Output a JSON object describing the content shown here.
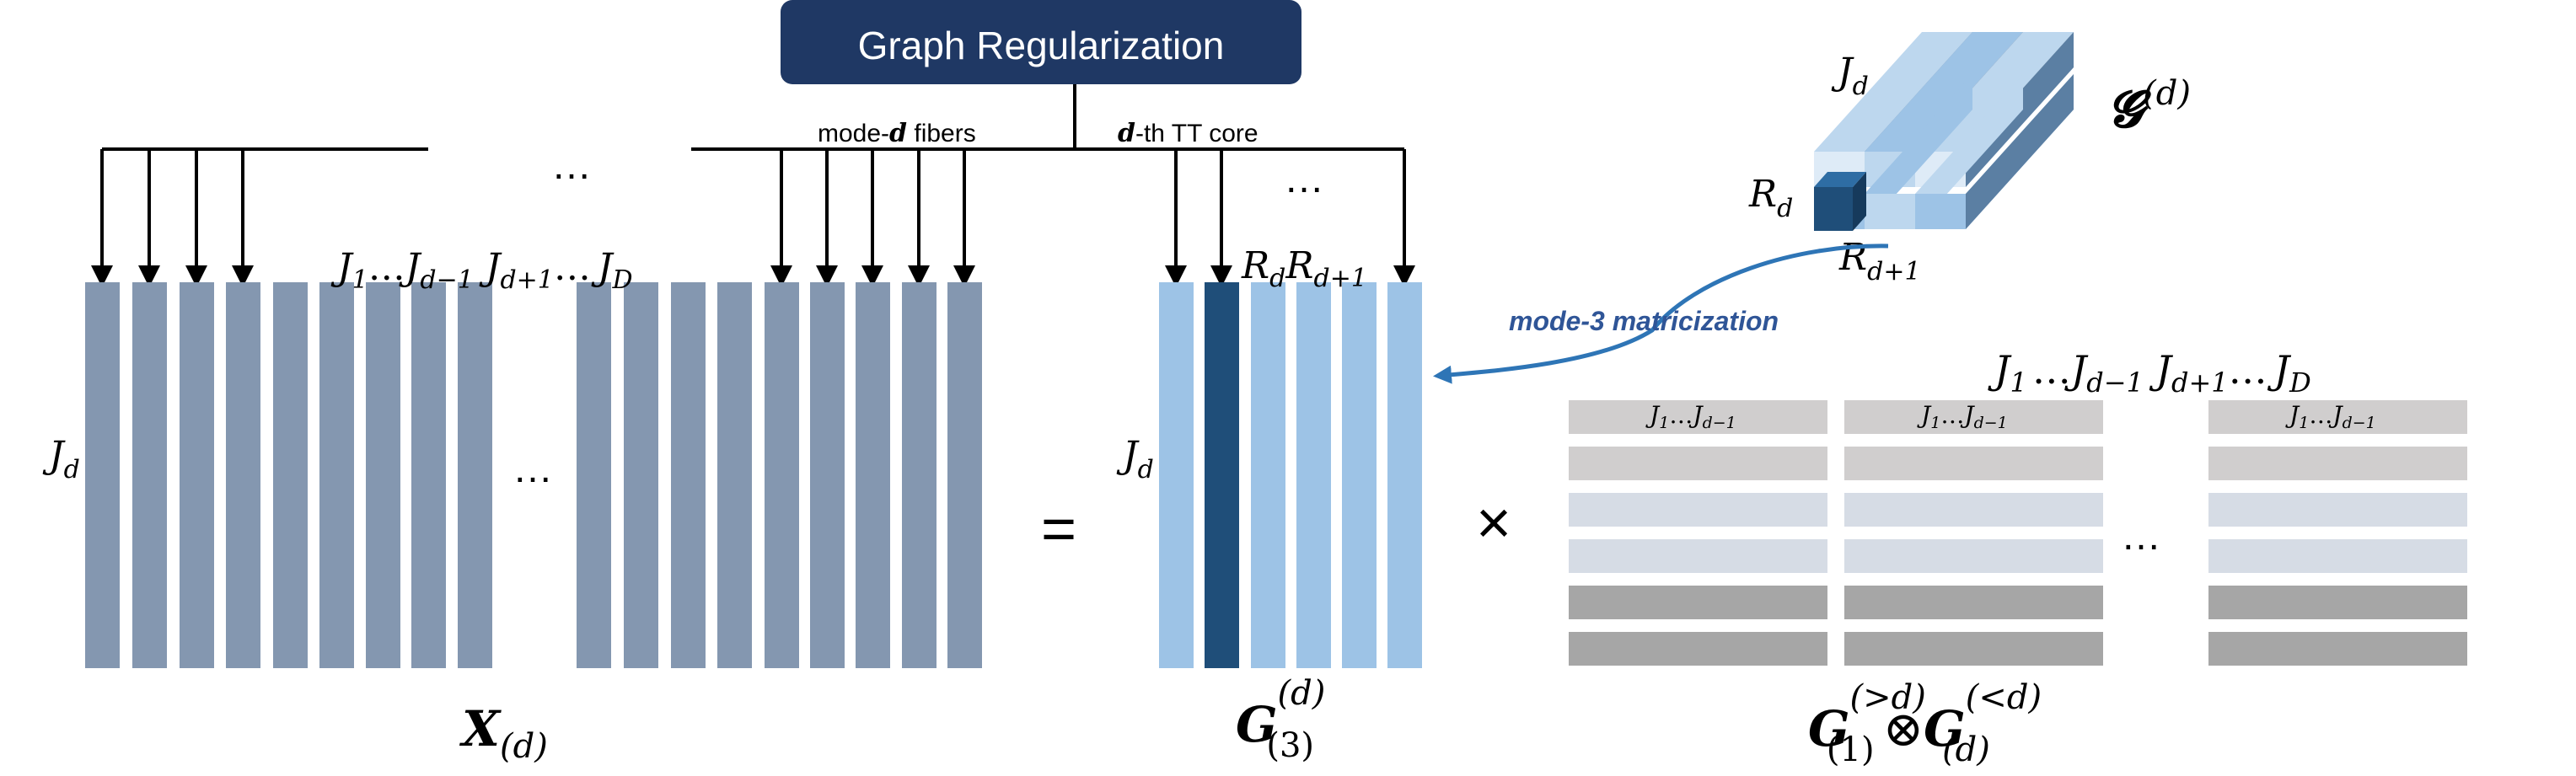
{
  "header": {
    "title": "Graph Regularization"
  },
  "labels": {
    "mode_fibers": "mode-",
    "mode_fibers_var": "d",
    "mode_fibers_rest": " fibers",
    "core_var": "d",
    "core_rest": "-th TT core",
    "ellipsis": "…",
    "equals": "=",
    "times": "×",
    "otimes": "⊗",
    "matricization": "mode-3 matricization"
  },
  "math": {
    "J": "J",
    "R": "R",
    "G": "G",
    "X": "X",
    "sub_d": "d",
    "sub_1": "1",
    "sub_d_minus_1": "d−1",
    "sub_d_plus_1": "d+1",
    "sub_D": "D",
    "sup_paren_d": "(d)",
    "sub_paren_d": "(d)",
    "sub_paren_3": "(3)",
    "sub_paren_1": "(1)",
    "sup_gt_d": "(>d)",
    "sup_lt_d": "(<d)",
    "dots_small": "…",
    "calG": "𝓖"
  },
  "colors": {
    "header_bg": "#1f3864",
    "header_text": "#ffffff",
    "fiber_gray": "#8497b0",
    "fiber_light_blue": "#9dc3e6",
    "fiber_dark_blue": "#1f4e79",
    "arrow_blue": "#2e75b6",
    "matric_text": "#2f5597",
    "row_light_gray": "#d0cece",
    "row_light_blue": "#d6dce5",
    "row_dark_gray": "#a6a6a6",
    "text": "#000000"
  }
}
